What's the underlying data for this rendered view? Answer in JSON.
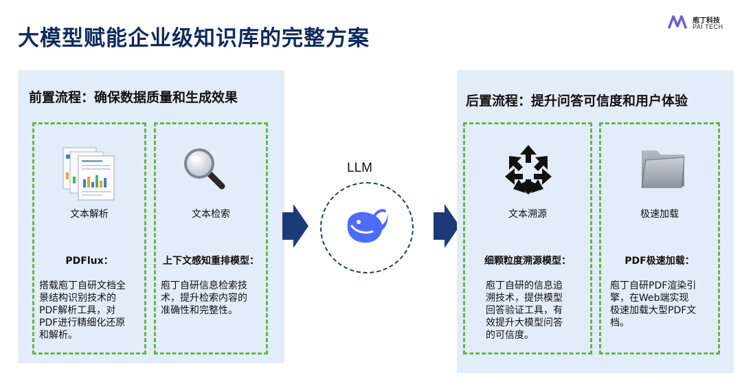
{
  "title": "大模型赋能企业级知识库的完整方案",
  "logo": {
    "cn": "庖丁科技",
    "en": "PAI TECH"
  },
  "left_panel": {
    "heading": "前置流程：确保数据质量和生成效果",
    "cards": [
      {
        "label": "文本解析",
        "sub": "PDFlux：",
        "desc": [
          "搭载庖丁自研文档全",
          "景结构识别技术的",
          "PDF解析工具，对",
          "PDF进行精细化还原",
          "和解析。"
        ]
      },
      {
        "label": "文本检索",
        "sub": "上下文感知重排模型：",
        "desc": [
          "庖丁自研信息检索技",
          "术，提升检索内容的",
          "准确性和完整性。"
        ]
      }
    ]
  },
  "center": {
    "llm_label": "LLM"
  },
  "right_panel": {
    "heading": "后置流程：提升问答可信度和用户体验",
    "cards": [
      {
        "label": "文本溯源",
        "sub": "细颗粒度溯源模型：",
        "desc": [
          "庖丁自研的信息追",
          "溯技术，提供模型",
          "回答验证工具，有",
          "效提升大模型问答",
          "的可信度。"
        ]
      },
      {
        "label": "极速加载",
        "sub": "PDF极速加载：",
        "desc": [
          "庖丁自研PDF渲染引",
          "擎，在Web端实现",
          "极速加载大型PDF文",
          "档。"
        ]
      }
    ]
  },
  "colors": {
    "title": "#0f2a5c",
    "panel_bg": "#e3edf9",
    "dash_green": "#66b448",
    "arrow": "#1b3a78",
    "whale": "#4d6bfe"
  },
  "icons": [
    "document-stack-icon",
    "magnifier-icon",
    "recycle-arrows-icon",
    "folder-icon",
    "whale-logo-icon",
    "right-arrow-icon"
  ]
}
